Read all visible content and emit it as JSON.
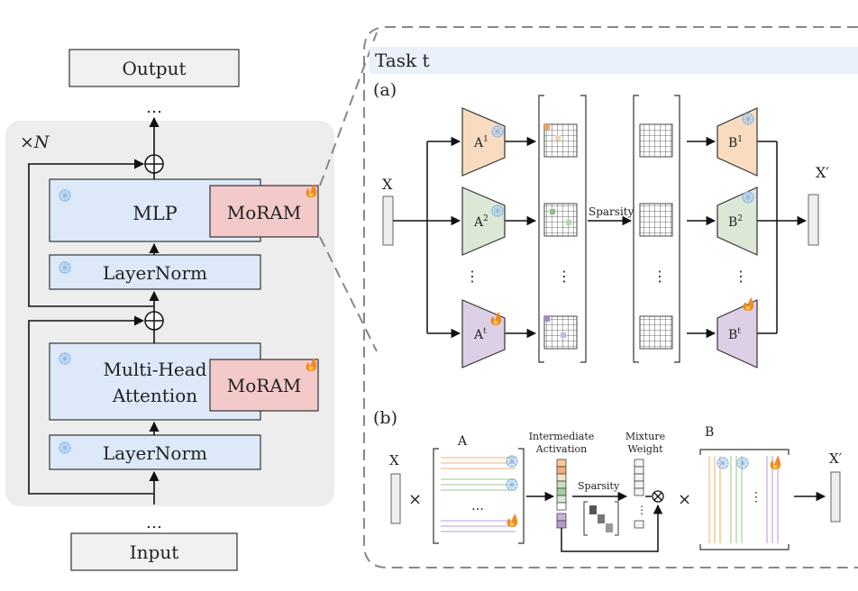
{
  "left": {
    "output_label": "Output",
    "input_label": "Input",
    "repeat_label": "×N",
    "top_ellipsis": "…",
    "bottom_ellipsis": "…",
    "mlp_label": "MLP",
    "moram_label": "MoRAM",
    "layernorm_label": "LayerNorm",
    "attention_line1": "Multi-Head",
    "attention_line2": "Attention"
  },
  "right": {
    "task_label": "Task t",
    "panel_a": {
      "label": "(a)",
      "input": "X",
      "output": "X′",
      "sparsity": "Sparsity",
      "a_rows": [
        {
          "base": "A",
          "sup": "1"
        },
        {
          "base": "A",
          "sup": "2"
        },
        {
          "base": "A",
          "sup": "t"
        }
      ],
      "b_rows": [
        {
          "base": "B",
          "sup": "1"
        },
        {
          "base": "B",
          "sup": "2"
        },
        {
          "base": "B",
          "sup": "t"
        }
      ],
      "vdots": "⋮"
    },
    "panel_b": {
      "label": "(b)",
      "input": "X",
      "output": "X′",
      "matrix_a": "A",
      "matrix_b": "B",
      "intermediate_line1": "Intermediate",
      "intermediate_line2": "Activation",
      "mixture_line1": "Mixture",
      "mixture_line2": "Weight",
      "sparsity": "Sparsity",
      "times": "×",
      "a_dots": "…",
      "vdots": "⋮"
    }
  },
  "colors": {
    "block_blue": "#dde9f9",
    "block_pink": "#f3c9c9",
    "panel_gray": "#ededed",
    "task_band": "#eaf1fb",
    "a1": "#f9dcc0",
    "a2": "#dce8d6",
    "at": "#ddd0e6"
  }
}
